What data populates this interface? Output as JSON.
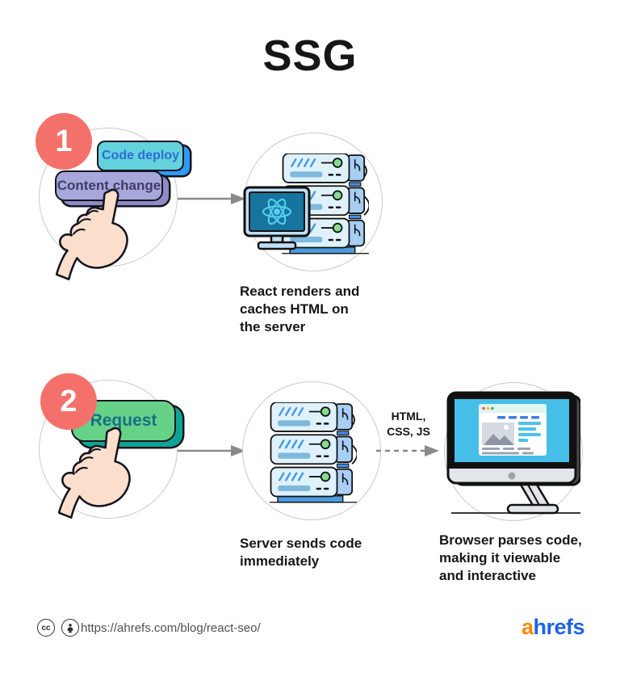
{
  "title": "SSG",
  "steps": [
    {
      "number": "1",
      "buttons": [
        {
          "label": "Code deploy"
        },
        {
          "label": "Content change"
        }
      ],
      "caption": "React renders and\ncaches HTML on\nthe server"
    },
    {
      "number": "2",
      "buttons": [
        {
          "label": "Request"
        }
      ],
      "arrow_label": "HTML,\nCSS, JS",
      "server_caption": "Server sends code\nimmediately",
      "browser_caption": "Browser parses code,\nmaking it viewable\nand interactive"
    }
  ],
  "icons": {
    "cc_text": "cc",
    "names": [
      "cc-icon",
      "attribution-icon",
      "pointer-hand-icon",
      "server-stack-icon",
      "react-monitor-icon",
      "imac-browser-icon",
      "arrow-right-icon",
      "dashed-arrow-icon"
    ]
  },
  "footer": {
    "url": "https://ahrefs.com/blog/react-seo/",
    "brand_prefix": "a",
    "brand_rest": "hrefs"
  },
  "colors": {
    "badge_red": "#F4716B",
    "teal_button": "#63D2DC",
    "teal_button_shadow": "#2E9BF5",
    "teal_button_text": "#2B6DD6",
    "purple_button": "#A8A7DC",
    "purple_button_shadow": "#8F8BC5",
    "purple_button_text": "#3F3D66",
    "green_button": "#66D288",
    "green_button_shadow": "#0FA394",
    "green_button_text": "#186E87",
    "react_screen": "#17749E",
    "react_logo": "#52CDED",
    "imac_screen": "#45BEE8",
    "server_body": "#DFF2FC",
    "server_accent": "#4598E8",
    "led_green": "#85DB8F",
    "arrow_gray": "#8A8A8A",
    "ahrefs_orange": "#FF8800",
    "ahrefs_blue": "#1C63E6"
  }
}
